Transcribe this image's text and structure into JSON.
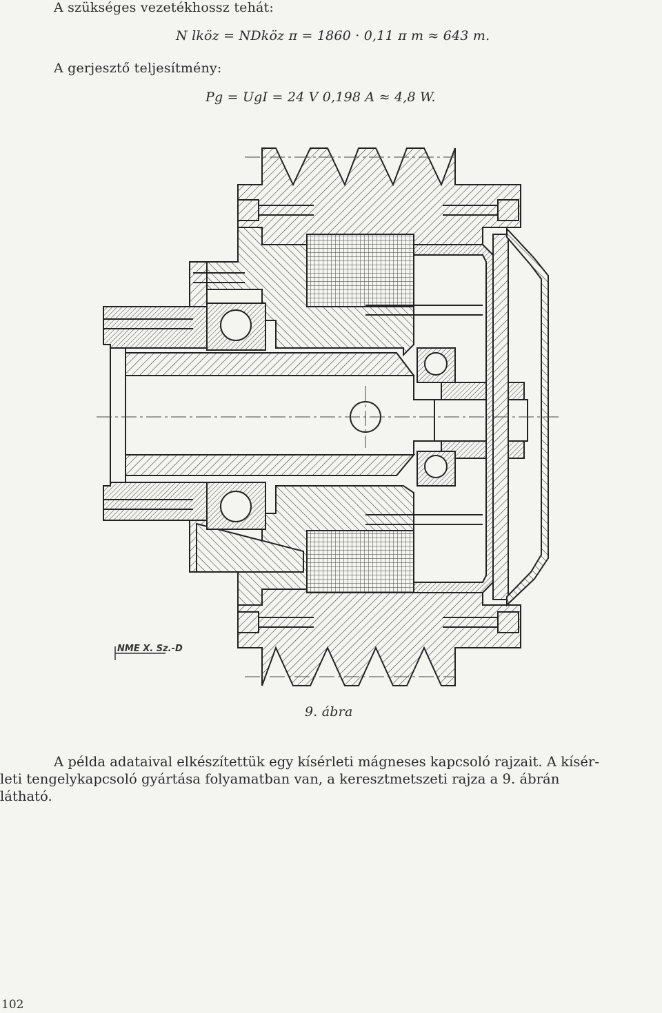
{
  "lines": {
    "intro_1": "A szükséges vezetékhossz tehát:",
    "formula_1": "N lköz = NDköz π = 1860 · 0,11 π m ≈ 643 m.",
    "intro_2": "A gerjesztő teljesítmény:",
    "formula_2": "Pg = UgI = 24 V 0,198 A ≈ 4,8 W."
  },
  "figure": {
    "stamp": "NME X. Sz.-D",
    "caption": "9. ábra"
  },
  "paragraph": {
    "line_1": "A példa adataival elkészítettük egy kísérleti mágneses kapcsoló rajzait. A kísér-",
    "line_2": "leti tengelykapcsoló gyártása folyamatban van, a keresztmetszeti rajza a 9. ábrán",
    "line_3": "látható."
  },
  "page_number": "102"
}
